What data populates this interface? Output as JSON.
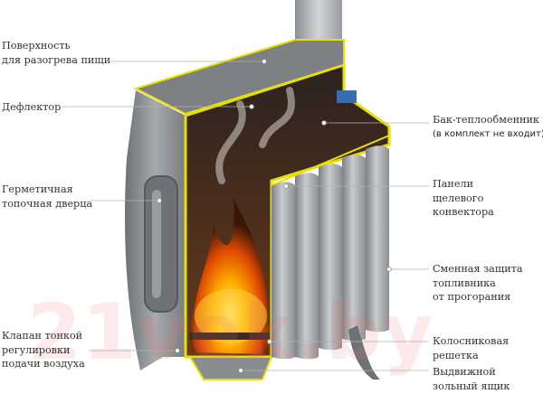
{
  "labels_left": [
    {
      "id": "surface",
      "lines": [
        "Поверхность",
        "для разогрева пищи"
      ]
    },
    {
      "id": "deflector",
      "lines": [
        "Дефлектор"
      ]
    },
    {
      "id": "door",
      "lines": [
        "Герметичная",
        "топочная дверца"
      ]
    },
    {
      "id": "valve",
      "lines": [
        "Клапан тонкой",
        "регулировки",
        "подачи воздуха"
      ]
    }
  ],
  "labels_right": [
    {
      "id": "tank",
      "lines": [
        "Бак-теплообменник",
        "(в комплект не входит)"
      ]
    },
    {
      "id": "panels",
      "lines": [
        "Панели",
        "щелевого",
        "конвектора"
      ]
    },
    {
      "id": "protection",
      "lines": [
        "Сменная защита",
        "топливника",
        "от прогорания"
      ]
    },
    {
      "id": "grate",
      "lines": [
        "Колосниковая",
        "решетка"
      ]
    },
    {
      "id": "ashbox",
      "lines": [
        "Выдвижной",
        "зольный ящик"
      ]
    }
  ],
  "watermark": "21vek.by",
  "colors": {
    "accent": "#e8e000",
    "steel": "#8a8d90",
    "fire": "#ff8a00",
    "leader": "#b0b0b0"
  }
}
